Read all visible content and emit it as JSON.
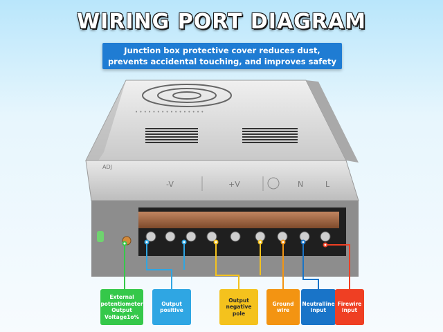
{
  "title": "WIRING PORT DIAGRAM",
  "banner": {
    "line1": "Junction box protective cover reduces dust,",
    "line2": "prevents accidental touching, and improves safety"
  },
  "device": {
    "label_top": "ADJ",
    "label_row": [
      "-V",
      "+V",
      "N",
      "L"
    ]
  },
  "callouts": [
    {
      "id": "potentiometer",
      "text": "External\npotentiometer\nOutput\nVoltage1o%",
      "color": "#35c84a"
    },
    {
      "id": "output-positive",
      "text": "Output\npositive",
      "color": "#2fa6e3"
    },
    {
      "id": "output-negative",
      "text": "Output\nnegative\npole",
      "color": "#f4c21d"
    },
    {
      "id": "ground",
      "text": "Ground\nwire",
      "color": "#f39412"
    },
    {
      "id": "neutral",
      "text": "Neutralline\ninput",
      "color": "#1974c8"
    },
    {
      "id": "live",
      "text": "Firewire\ninput",
      "color": "#ef3f23"
    }
  ]
}
